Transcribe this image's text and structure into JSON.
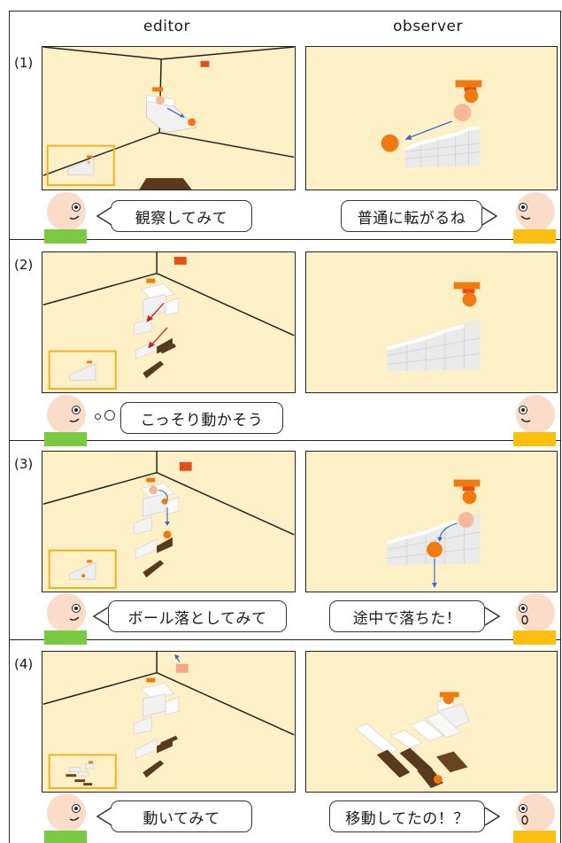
{
  "headers": {
    "editor": "editor",
    "observer": "observer"
  },
  "rows": [
    {
      "label": "(1)",
      "editor_speech": "観察してみて",
      "observer_speech": "普通に転がるね"
    },
    {
      "label": "(2)",
      "editor_speech": "こっそり動かそう",
      "observer_speech": ""
    },
    {
      "label": "(3)",
      "editor_speech": "ボール落としてみて",
      "observer_speech": "途中で落ちた！"
    },
    {
      "label": "(4)",
      "editor_speech": "動いてみて",
      "observer_speech": "移動してたの！？"
    }
  ],
  "colors": {
    "panel_bg": "#fdf0c6",
    "editor_body": "#7ac943",
    "observer_body": "#fbbf0f",
    "face": "#fadcc8",
    "ball": "#f07a10",
    "arrow_blue": "#3a6cc8",
    "arrow_red": "#d02020",
    "minimap_border": "#f0b020",
    "wood": "#6a4020"
  }
}
